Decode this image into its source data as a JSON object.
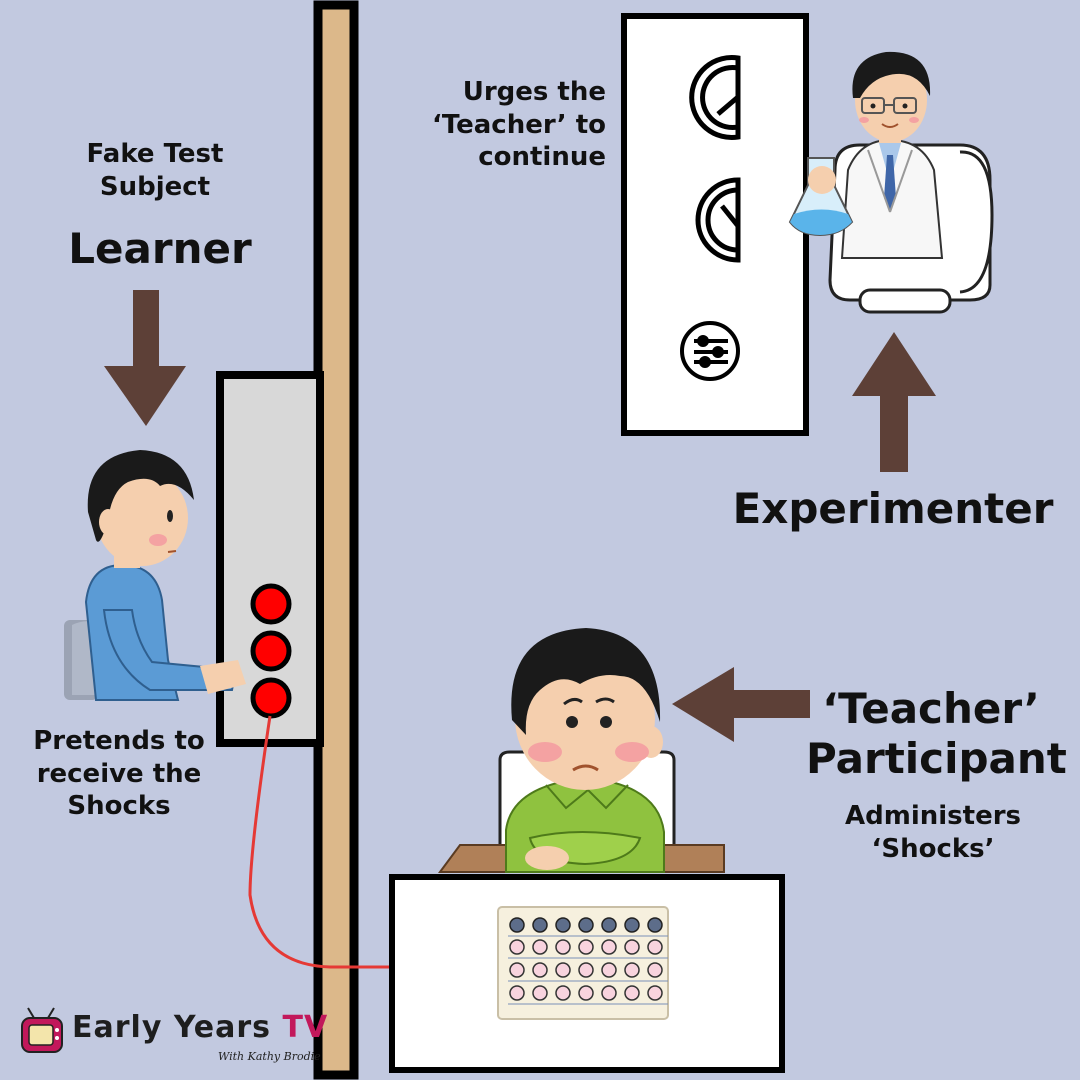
{
  "labels": {
    "fake_test_subject": "Fake Test Subject",
    "learner": "Learner",
    "pretends": "Pretends to receive the Shocks",
    "urges": "Urges the ‘Teacher’ to continue",
    "experimenter": "Experimenter",
    "teacher": "‘Teacher’",
    "participant": "Participant",
    "administers": "Administers ‘Shocks’"
  },
  "logo": {
    "name_main": "Early Years",
    "name_tv": "TV",
    "tagline": "With Kathy Brodie"
  },
  "colors": {
    "background": "#c2c9e0",
    "arrow": "#5d4037",
    "wall": "#dcb88a",
    "button": "#ff0000",
    "wire": "#e53935"
  },
  "icons": [
    "gauge-icon",
    "gauge-icon",
    "sliders-icon",
    "tv-icon"
  ]
}
